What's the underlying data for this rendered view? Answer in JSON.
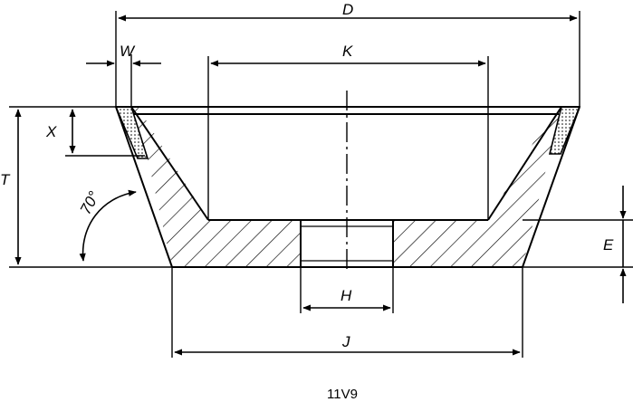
{
  "figure": {
    "caption": "11V9",
    "dimension_labels": {
      "D": "D",
      "W": "W",
      "K": "K",
      "X": "X",
      "T": "T",
      "E": "E",
      "H": "H",
      "J": "J"
    },
    "angle_label": "70°",
    "colors": {
      "line": "#000000",
      "background": "#ffffff",
      "abrasive_dots": "#000000"
    }
  }
}
